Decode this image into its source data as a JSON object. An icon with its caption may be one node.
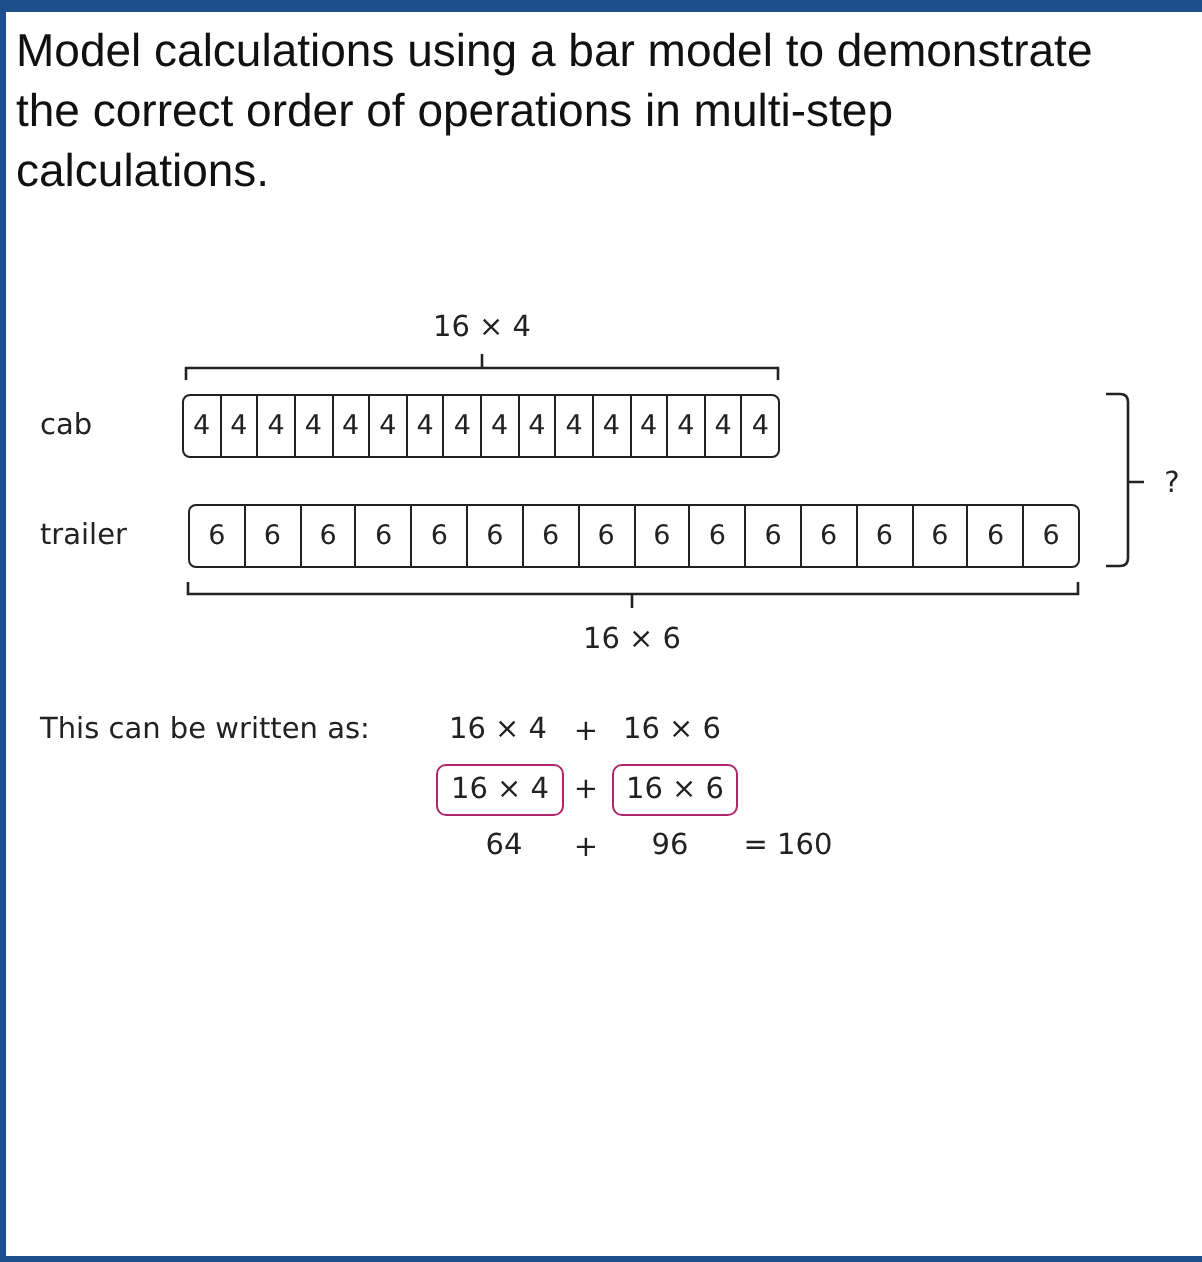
{
  "diagram": {
    "title": "Model calculations using a bar model to demonstrate the correct order of operations in multi-step calculations.",
    "nodes": [
      {
        "text": [
          "4",
          "4",
          "4",
          "4",
          "4",
          "4",
          "4",
          "4",
          "4",
          "4",
          "4",
          "4",
          "4",
          "4",
          "4",
          "4"
        ]
      },
      {
        "text": [
          "6",
          "6",
          "6",
          "6",
          "6",
          "6",
          "6",
          "6",
          "6",
          "6",
          "6",
          "6",
          "6",
          "6",
          "6",
          "6"
        ]
      },
      {
        "text": [
          "16 × 4"
        ]
      },
      {
        "text": [
          "16 × 6"
        ]
      }
    ],
    "edges": [],
    "labels": [
      "16 × 4",
      "cab",
      "?",
      "trailer",
      "16 × 6",
      "This can be written as:",
      "16 × 4",
      "+",
      "16 × 6",
      "+",
      "64",
      "+",
      "96",
      "= 160"
    ]
  }
}
